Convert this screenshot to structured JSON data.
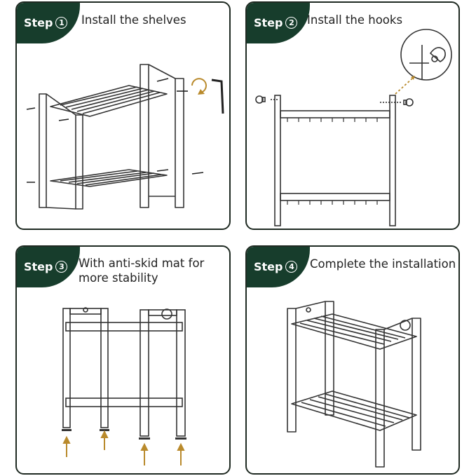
{
  "steps": [
    {
      "word": "Step",
      "number": "1",
      "title": "Install the shelves"
    },
    {
      "word": "Step",
      "number": "2",
      "title": "Install the hooks"
    },
    {
      "word": "Step",
      "number": "3",
      "title_line1": "With anti-skid mat for",
      "title_line2": "more stability"
    },
    {
      "word": "Step",
      "number": "4",
      "title": "Complete the installation"
    }
  ],
  "colors": {
    "badge": "#173d2c",
    "outline": "#1f2a22",
    "arrow": "#b98a2c"
  }
}
